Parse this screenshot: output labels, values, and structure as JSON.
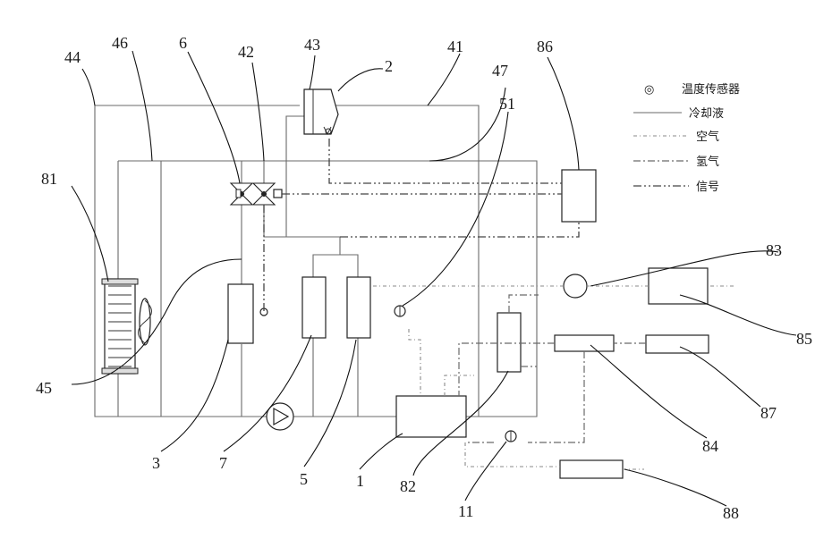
{
  "labels": {
    "c44": "44",
    "c46": "46",
    "c6": "6",
    "c42": "42",
    "c43": "43",
    "c2": "2",
    "c41": "41",
    "c47": "47",
    "c51": "51",
    "c86": "86",
    "c81": "81",
    "c83": "83",
    "c85": "85",
    "c45": "45",
    "c87": "87",
    "c84": "84",
    "c3": "3",
    "c7": "7",
    "c5": "5",
    "c1": "1",
    "c82": "82",
    "c11": "11",
    "c88": "88"
  },
  "legend": {
    "sensor_symbol": "◎",
    "sensor": "温度传感器",
    "coolant": "冷却液",
    "air": "空气",
    "hydrogen": "氢气",
    "signal": "信号"
  }
}
